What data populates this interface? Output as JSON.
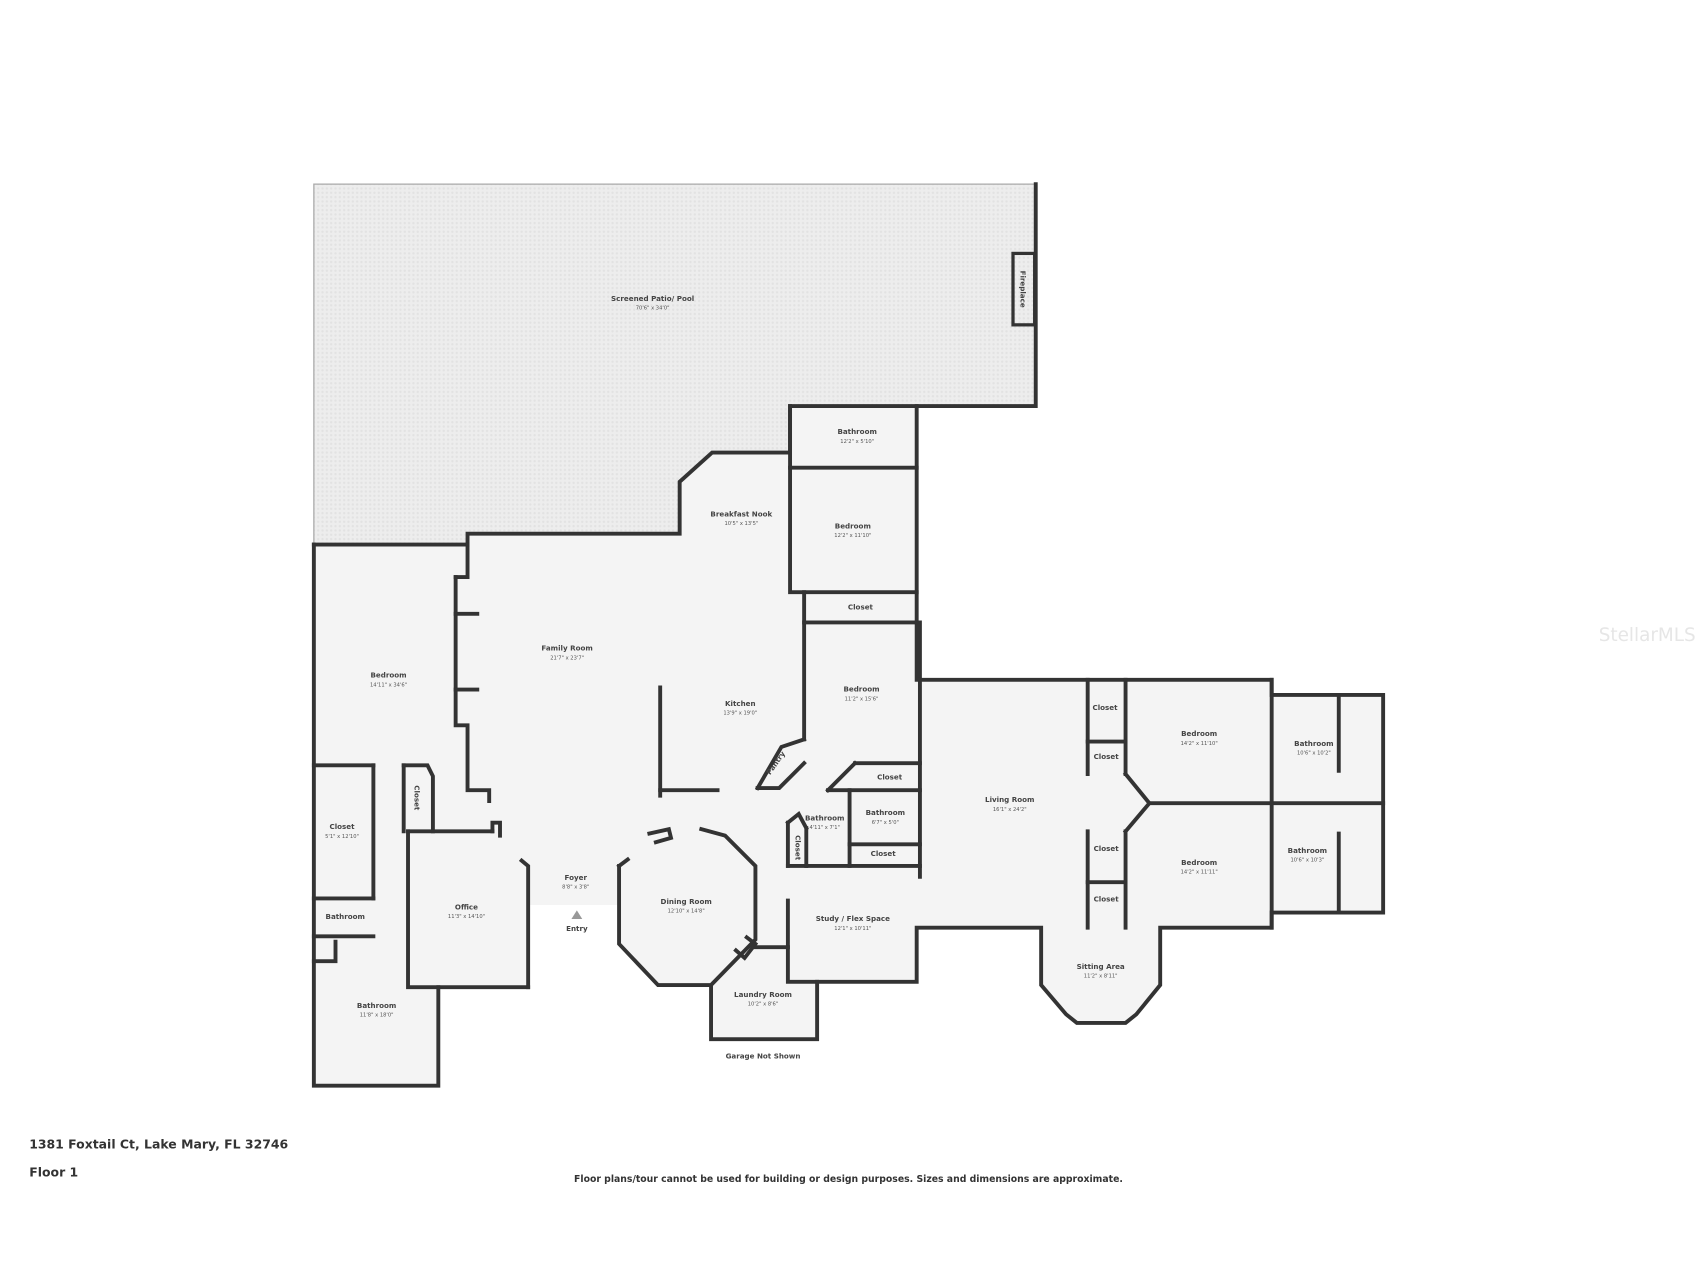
{
  "plan": {
    "rooms": [
      {
        "name": "Screened Patio/ Pool",
        "dims": "70'6\" x 34'0\""
      },
      {
        "name": "Fireplace",
        "dims": ""
      },
      {
        "name": "Bathroom",
        "dims": "12'2\" x 5'10\""
      },
      {
        "name": "Breakfast Nook",
        "dims": "10'5\" x 13'5\""
      },
      {
        "name": "Bedroom",
        "dims": "12'2\" x 11'10\""
      },
      {
        "name": "Closet",
        "dims": ""
      },
      {
        "name": "Family Room",
        "dims": "21'7\" x 23'7\""
      },
      {
        "name": "Bedroom",
        "dims": "14'11\" x 34'6\""
      },
      {
        "name": "Kitchen",
        "dims": "13'9\" x 19'0\""
      },
      {
        "name": "Bedroom",
        "dims": "11'2\" x 15'6\""
      },
      {
        "name": "Pantry",
        "dims": ""
      },
      {
        "name": "Closet",
        "dims": ""
      },
      {
        "name": "Bathroom",
        "dims": "4'11\" x 7'1\""
      },
      {
        "name": "Bathroom",
        "dims": "6'7\" x 5'0\""
      },
      {
        "name": "Closet",
        "dims": ""
      },
      {
        "name": "Closet",
        "dims": ""
      },
      {
        "name": "Closet",
        "dims": ""
      },
      {
        "name": "Closet",
        "dims": "5'1\" x 12'10\""
      },
      {
        "name": "Bathroom",
        "dims": ""
      },
      {
        "name": "Office",
        "dims": "11'3\" x 14'10\""
      },
      {
        "name": "Foyer",
        "dims": "8'8\" x 3'8\""
      },
      {
        "name": "Entry",
        "dims": ""
      },
      {
        "name": "Dining Room",
        "dims": "12'10\" x 14'8\""
      },
      {
        "name": "Bathroom",
        "dims": "11'8\" x 18'0\""
      },
      {
        "name": "Laundry Room",
        "dims": "10'2\" x 8'6\""
      },
      {
        "name": "Garage Not Shown",
        "dims": ""
      },
      {
        "name": "Study / Flex Space",
        "dims": "12'1\" x 10'11\""
      },
      {
        "name": "Living Room",
        "dims": "16'1\" x 24'2\""
      },
      {
        "name": "Closet",
        "dims": ""
      },
      {
        "name": "Closet",
        "dims": ""
      },
      {
        "name": "Bedroom",
        "dims": "14'2\" x 11'10\""
      },
      {
        "name": "Bathroom",
        "dims": "10'6\" x 10'2\""
      },
      {
        "name": "Closet",
        "dims": ""
      },
      {
        "name": "Closet",
        "dims": ""
      },
      {
        "name": "Bedroom",
        "dims": "14'2\" x 11'11\""
      },
      {
        "name": "Bathroom",
        "dims": "10'6\" x 10'3\""
      },
      {
        "name": "Sitting Area",
        "dims": "11'2\" x 8'11\""
      }
    ],
    "watermark": "StellarMLS"
  },
  "footer": {
    "address": "1381 Foxtail Ct, Lake Mary, FL 32746",
    "floor": "Floor 1",
    "disclaimer": "Floor plans/tour cannot be used for building or design purposes. Sizes and dimensions are approximate."
  },
  "colors": {
    "wall": "#333333",
    "floor": "#f4f4f4",
    "patio": "#ebebeb"
  }
}
